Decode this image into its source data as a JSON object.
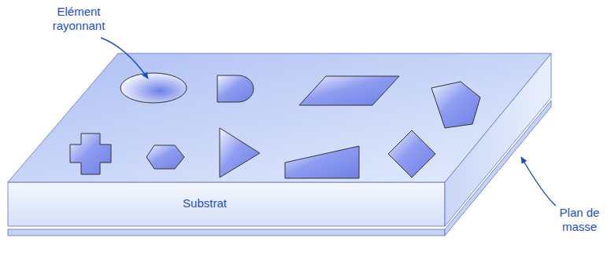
{
  "diagram": {
    "labels": [
      "Elément rayonnant",
      "Substrat",
      "Plan de masse"
    ]
  }
}
